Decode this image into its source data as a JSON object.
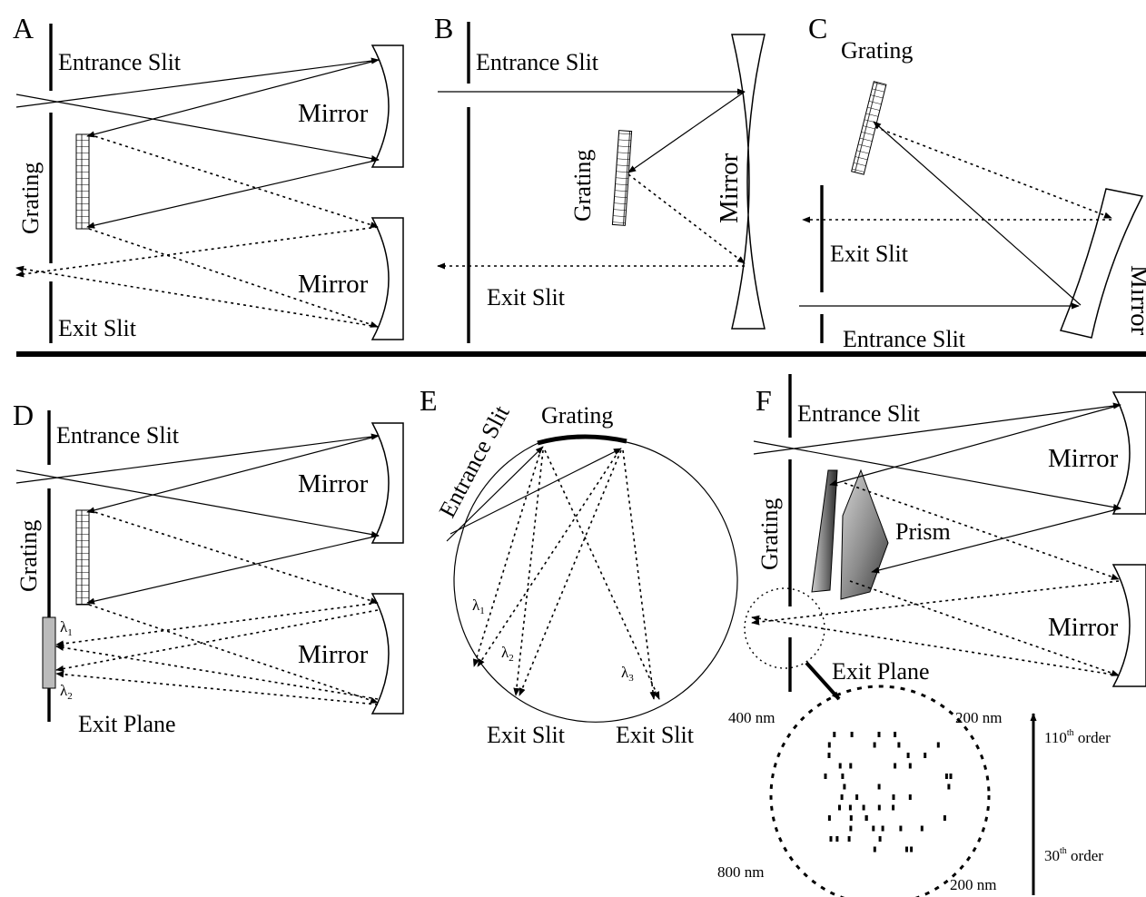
{
  "panels": {
    "A": {
      "letter": "A",
      "entrance_slit": "Entrance Slit",
      "grating": "Grating",
      "mirror_top": "Mirror",
      "mirror_bottom": "Mirror",
      "exit_slit": "Exit Slit"
    },
    "B": {
      "letter": "B",
      "entrance_slit": "Entrance Slit",
      "grating": "Grating",
      "mirror": "Mirror",
      "exit_slit": "Exit Slit"
    },
    "C": {
      "letter": "C",
      "grating": "Grating",
      "exit_slit": "Exit Slit",
      "mirror": "Mirror",
      "entrance_slit": "Entrance Slit"
    },
    "D": {
      "letter": "D",
      "entrance_slit": "Entrance Slit",
      "grating": "Grating",
      "mirror_top": "Mirror",
      "mirror_bottom": "Mirror",
      "lambda": "λ",
      "lambda1_sub": "1",
      "lambda2_sub": "2",
      "exit_plane": "Exit Plane"
    },
    "E": {
      "letter": "E",
      "entrance_slit": "Entrance Slit",
      "grating": "Grating",
      "lambda": "λ",
      "lambda1_sub": "1",
      "lambda2_sub": "2",
      "lambda3_sub": "3",
      "exit_slit_1": "Exit Slit",
      "exit_slit_2": "Exit Slit"
    },
    "F": {
      "letter": "F",
      "entrance_slit": "Entrance Slit",
      "grating": "Grating",
      "prism": "Prism",
      "mirror_top": "Mirror",
      "mirror_bottom": "Mirror",
      "exit_plane": "Exit Plane",
      "nm_400": "400 nm",
      "nm_200_top": "200 nm",
      "nm_800": "800 nm",
      "nm_200_bottom": "200 nm",
      "order_110_num": "110",
      "order_30_num": "30",
      "order_suffix": "th",
      "order_word": " order"
    }
  }
}
